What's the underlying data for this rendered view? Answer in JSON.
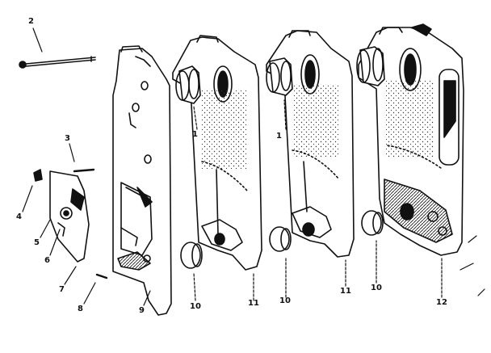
{
  "callouts": {
    "c2": "2",
    "c3": "3",
    "c4": "4",
    "c5": "5",
    "c6": "6",
    "c7": "7",
    "c8": "8",
    "c9": "9",
    "c1a": "1",
    "c1b": "1",
    "c10a": "10",
    "c10b": "10",
    "c10c": "10",
    "c11a": "11",
    "c11b": "11",
    "c12": "12"
  },
  "colors": {
    "ink": "#111111",
    "paper": "#ffffff",
    "stipple": "#333333"
  }
}
